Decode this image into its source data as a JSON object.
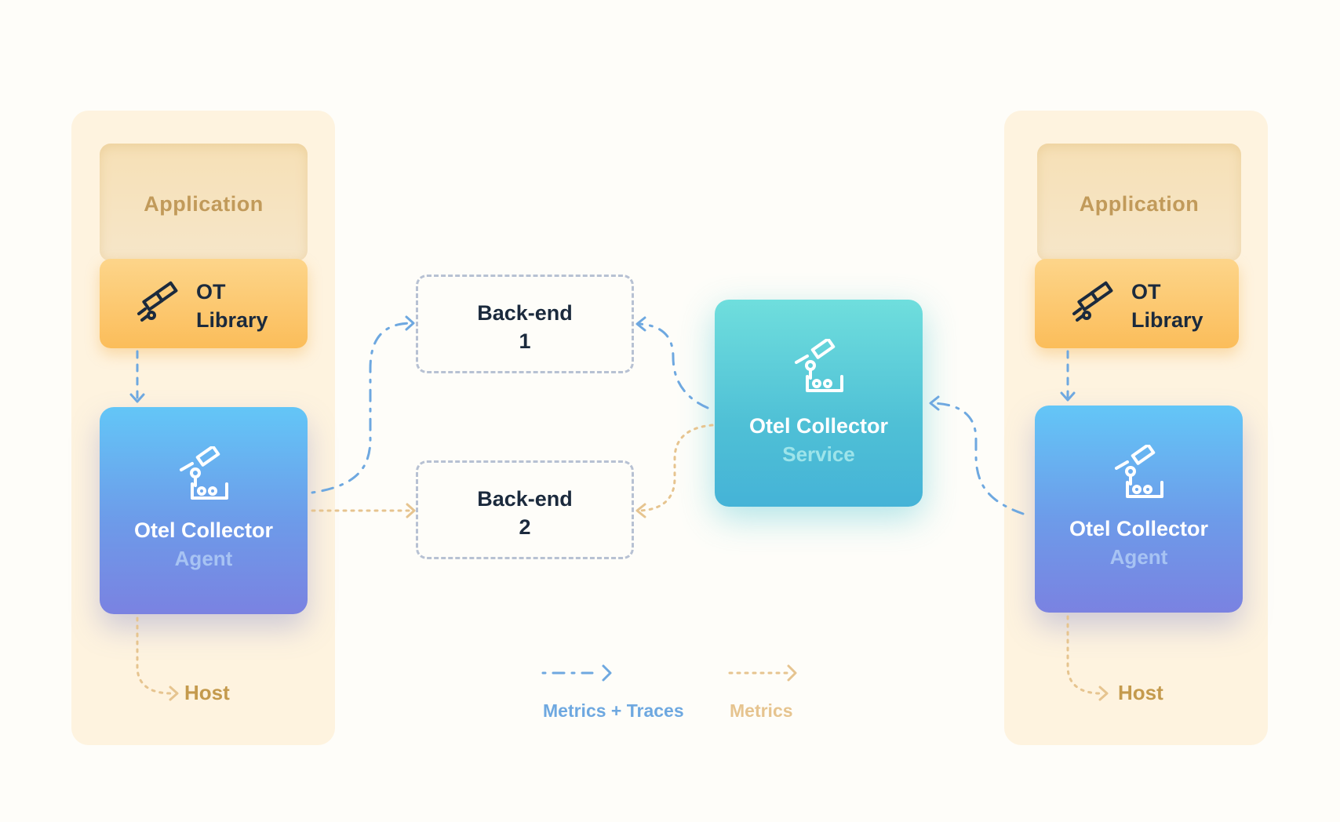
{
  "left_host": {
    "application": "Application",
    "ot_library": [
      "OT",
      "Library"
    ],
    "agent_title": "Otel Collector",
    "agent_subtitle": "Agent",
    "host": "Host"
  },
  "right_host": {
    "application": "Application",
    "ot_library": [
      "OT",
      "Library"
    ],
    "agent_title": "Otel Collector",
    "agent_subtitle": "Agent",
    "host": "Host"
  },
  "backends": [
    {
      "line1": "Back-end",
      "line2": "1"
    },
    {
      "line1": "Back-end",
      "line2": "2"
    }
  ],
  "service": {
    "title": "Otel Collector",
    "subtitle": "Service"
  },
  "legend": {
    "metrics_traces": "Metrics + Traces",
    "metrics": "Metrics"
  },
  "colors": {
    "metrics_traces": "#6ea8e0",
    "metrics": "#e6c48f"
  },
  "icons": {
    "ot_library": "telescope-icon",
    "collector": "microscope-icon"
  }
}
